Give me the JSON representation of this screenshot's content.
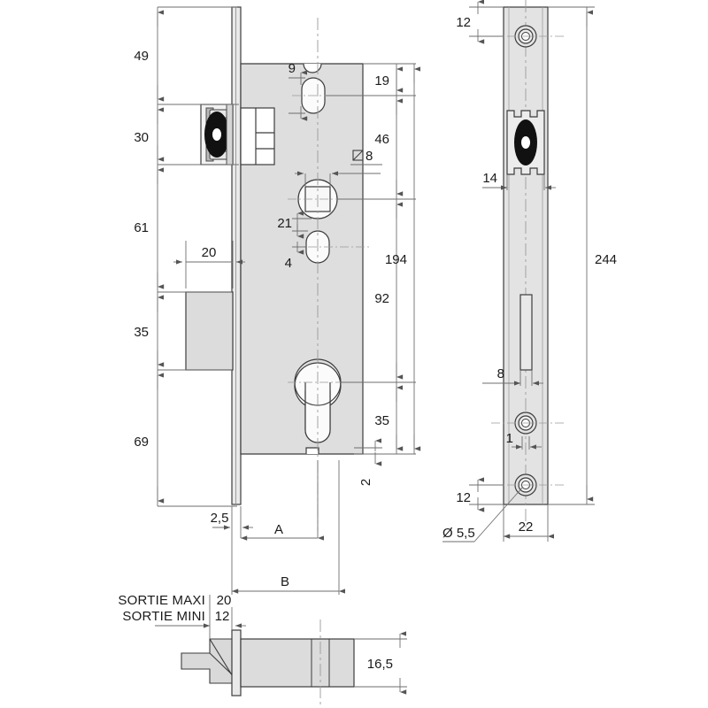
{
  "drawing": {
    "type": "mortise-lock-technical-drawing",
    "units": "mm",
    "colors": {
      "body_fill": "#dedede",
      "body_fill_light": "#e6e6e6",
      "outline": "#3c3c3c",
      "dim_line": "#6e6e6e",
      "text": "#1a1a1a",
      "center_line": "#9a9a9a",
      "dark_part": "#111111"
    }
  },
  "front_view": {
    "left_chain": [
      {
        "value": "49"
      },
      {
        "value": "30"
      },
      {
        "value": "61"
      },
      {
        "value": "35"
      },
      {
        "value": "69"
      }
    ],
    "right_chain": [
      {
        "value": "19"
      },
      {
        "value": "46"
      },
      {
        "value": "92"
      },
      {
        "value": "35"
      }
    ],
    "overall_height": "194",
    "inner_dims": [
      {
        "value": "9"
      },
      {
        "value": "21"
      },
      {
        "value": "4"
      },
      {
        "value": "20"
      },
      {
        "value": "2"
      }
    ],
    "square_spindle": "8",
    "square_symbol": "□",
    "bottom_dims": [
      {
        "value": "2,5"
      },
      {
        "value": "A"
      },
      {
        "value": "B"
      }
    ]
  },
  "side_view": {
    "top_edge_dim": "12",
    "latch_width": "14",
    "bolt_slot_width": "8",
    "screw_offset": "1",
    "bottom_edge_dim": "12",
    "plate_width": "22",
    "plate_length": "244",
    "hole_note": "Ø 5,5"
  },
  "bottom_view": {
    "labels": [
      {
        "text": "SORTIE MAXI",
        "value": "20"
      },
      {
        "text": "SORTIE MINI",
        "value": "12"
      }
    ],
    "thickness": "16,5"
  }
}
